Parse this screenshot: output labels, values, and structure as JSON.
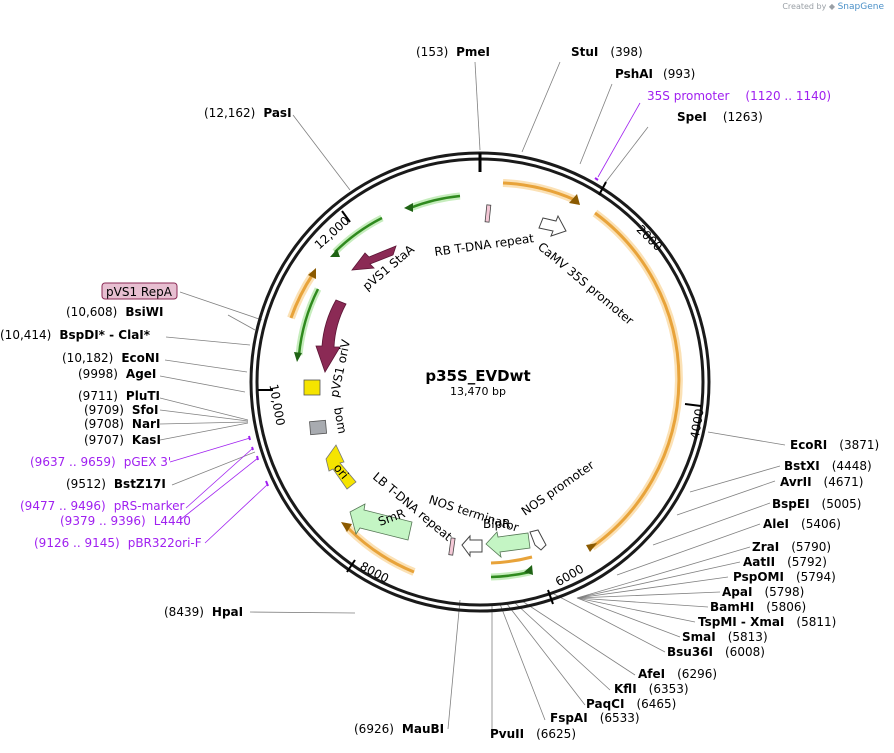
{
  "credit": {
    "prefix": "Created by",
    "brand": "SnapGene"
  },
  "plasmid": {
    "name": "p35S_EVDwt",
    "size_label": "13,470 bp"
  },
  "ruler": [
    "2000",
    "4000",
    "6000",
    "8000",
    "10,000",
    "12,000"
  ],
  "enzymes": [
    {
      "name": "PmeI",
      "pos": "(153)"
    },
    {
      "name": "StuI",
      "pos": "(398)"
    },
    {
      "name": "PshAI",
      "pos": "(993)"
    },
    {
      "name": "SpeI",
      "pos": "(1263)"
    },
    {
      "name": "PasI",
      "pos": "(12,162)"
    },
    {
      "name": "BsiWI",
      "pos": "(10,608)"
    },
    {
      "name": "BspDI* - ClaI*",
      "pos": "(10,414)"
    },
    {
      "name": "EcoNI",
      "pos": "(10,182)"
    },
    {
      "name": "AgeI",
      "pos": "(9998)"
    },
    {
      "name": "PluTI",
      "pos": "(9711)"
    },
    {
      "name": "SfoI",
      "pos": "(9709)"
    },
    {
      "name": "NarI",
      "pos": "(9708)"
    },
    {
      "name": "KasI",
      "pos": "(9707)"
    },
    {
      "name": "BstZ17I",
      "pos": "(9512)"
    },
    {
      "name": "HpaI",
      "pos": "(8439)"
    },
    {
      "name": "MauBI",
      "pos": "(6926)"
    },
    {
      "name": "PvuII",
      "pos": "(6625)"
    },
    {
      "name": "FspAI",
      "pos": "(6533)"
    },
    {
      "name": "PaqCI",
      "pos": "(6465)"
    },
    {
      "name": "KflI",
      "pos": "(6353)"
    },
    {
      "name": "AfeI",
      "pos": "(6296)"
    },
    {
      "name": "Bsu36I",
      "pos": "(6008)"
    },
    {
      "name": "SmaI",
      "pos": "(5813)"
    },
    {
      "name": "TspMI - XmaI",
      "pos": "(5811)"
    },
    {
      "name": "BamHI",
      "pos": "(5806)"
    },
    {
      "name": "ApaI",
      "pos": "(5798)"
    },
    {
      "name": "PspOMI",
      "pos": "(5794)"
    },
    {
      "name": "AatII",
      "pos": "(5792)"
    },
    {
      "name": "ZraI",
      "pos": "(5790)"
    },
    {
      "name": "AleI",
      "pos": "(5406)"
    },
    {
      "name": "BspEI",
      "pos": "(5005)"
    },
    {
      "name": "AvrII",
      "pos": "(4671)"
    },
    {
      "name": "BstXI",
      "pos": "(4448)"
    },
    {
      "name": "EcoRI",
      "pos": "(3871)"
    }
  ],
  "primers": [
    {
      "name": "35S promoter",
      "pos": "(1120 .. 1140)"
    },
    {
      "name": "pGEX 3'",
      "pos": "(9637 .. 9659)"
    },
    {
      "name": "pRS-marker",
      "pos": "(9477 .. 9496)"
    },
    {
      "name": "L4440",
      "pos": "(9379 .. 9396)"
    },
    {
      "name": "pBR322ori-F",
      "pos": "(9126 .. 9145)"
    }
  ],
  "features": {
    "rb_repeat": "RB T-DNA repeat",
    "camv35s": "CaMV 35S promoter",
    "pvs1_staa": "pVS1 StaA",
    "pvs1_oriv": "pVS1 oriV",
    "bom": "bom",
    "ori": "ori",
    "smr": "SmR",
    "lb_repeat": "LB T-DNA repeat",
    "nos_terminator": "NOS terminator",
    "blpr": "BlpR",
    "nos_promoter": "NOS promoter",
    "pvs1_repa": "pVS1 RepA"
  },
  "colors": {
    "backbone": "#1a1a1a",
    "orange_orf": "#e8a33a",
    "green_orf": "#2f8a1e",
    "maroon": "#8b2a55",
    "yellow": "#f5e400",
    "grey_box": "#a8abb0",
    "light_green": "#c4f5c4",
    "primer": "#a020f0",
    "repa_box": "#e7bfd1"
  }
}
